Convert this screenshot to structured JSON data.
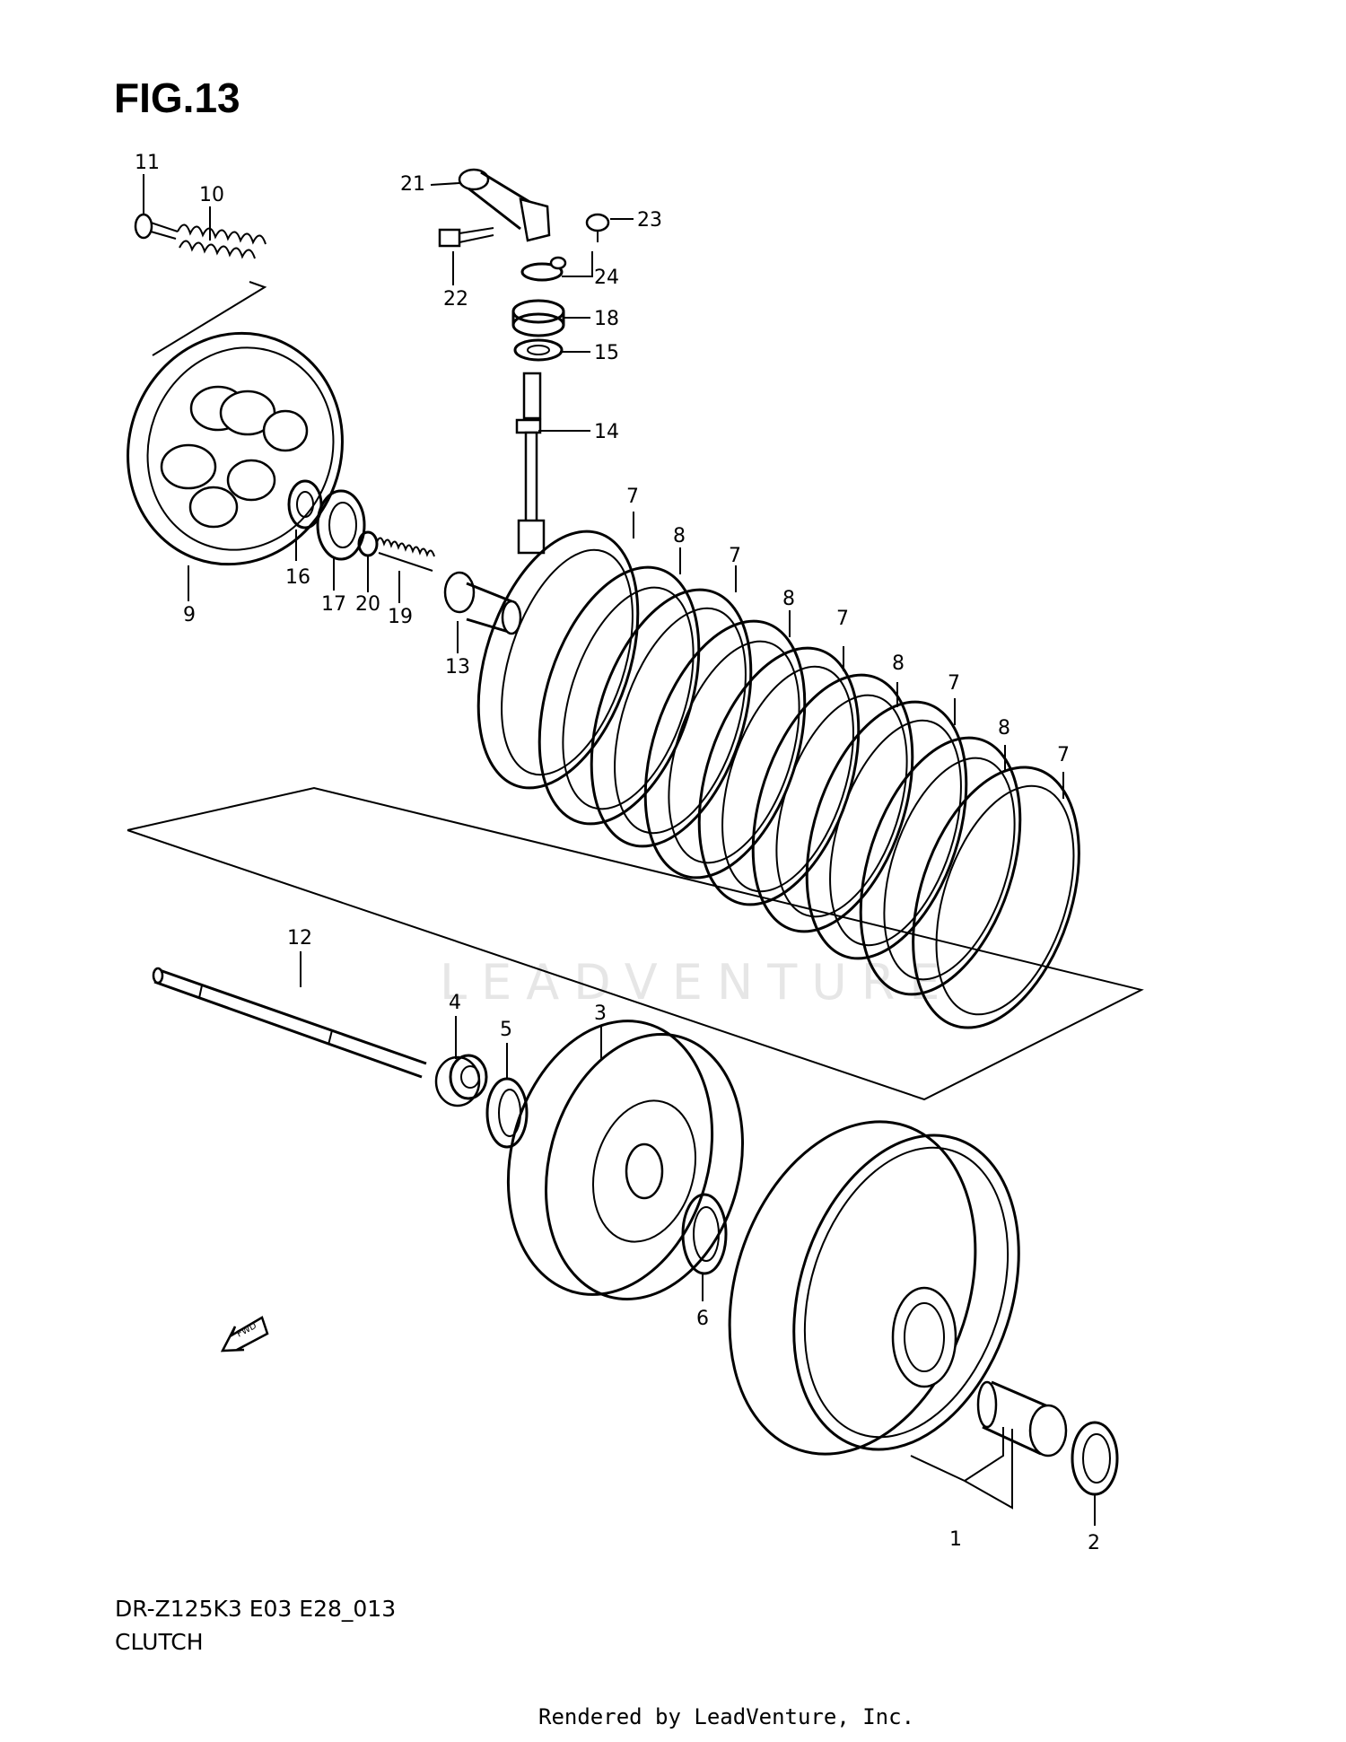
{
  "figure": {
    "title": "FIG.13"
  },
  "model_code": "DR-Z125K3 E03 E28_013",
  "caption": "CLUTCH",
  "footer": "Rendered by LeadVenture, Inc.",
  "watermark": "LEADVENTURE",
  "callouts": {
    "p1": "1",
    "p2": "2",
    "p3": "3",
    "p4": "4",
    "p5": "5",
    "p6": "6",
    "p7a": "7",
    "p7b": "7",
    "p7c": "7",
    "p7d": "7",
    "p7e": "7",
    "p8a": "8",
    "p8b": "8",
    "p8c": "8",
    "p8d": "8",
    "p9": "9",
    "p10": "10",
    "p11": "11",
    "p12": "12",
    "p13": "13",
    "p14": "14",
    "p15": "15",
    "p16": "16",
    "p17": "17",
    "p18": "18",
    "p19": "19",
    "p20": "20",
    "p21": "21",
    "p22": "22",
    "p23": "23",
    "p24": "24"
  },
  "fwd_arrow_text": "FWD"
}
